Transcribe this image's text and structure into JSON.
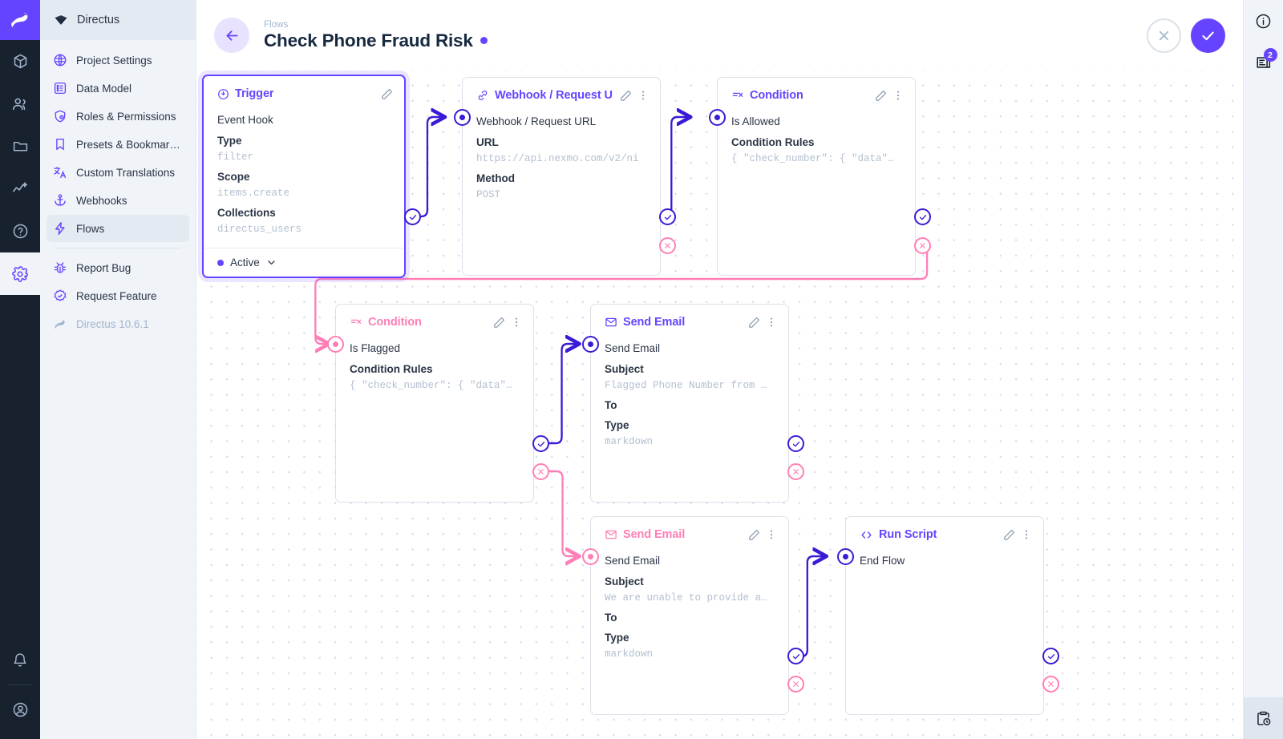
{
  "rail": {
    "logo_icon": "directus-rabbit-logo",
    "items": [
      {
        "name": "content",
        "icon": "box-icon",
        "active": false
      },
      {
        "name": "users",
        "icon": "people-icon",
        "active": false
      },
      {
        "name": "files",
        "icon": "folder-icon",
        "active": false
      },
      {
        "name": "insights",
        "icon": "insights-icon",
        "active": false
      },
      {
        "name": "help",
        "icon": "question-circle-icon",
        "active": false
      },
      {
        "name": "settings",
        "icon": "gear-icon",
        "active": true
      }
    ],
    "bottom": [
      {
        "name": "notifications",
        "icon": "bell-icon"
      },
      {
        "name": "account",
        "icon": "user-circle-icon"
      }
    ]
  },
  "nav": {
    "header_title": "Directus",
    "header_icon": "directus-diamond-icon",
    "items": [
      {
        "label": "Project Settings",
        "icon": "globe-icon",
        "active": false
      },
      {
        "label": "Data Model",
        "icon": "list-box-icon",
        "active": false
      },
      {
        "label": "Roles & Permissions",
        "icon": "shield-icon",
        "active": false
      },
      {
        "label": "Presets & Bookmar…",
        "icon": "bookmark-icon",
        "active": false
      },
      {
        "label": "Custom Translations",
        "icon": "translate-icon",
        "active": false
      },
      {
        "label": "Webhooks",
        "icon": "anchor-icon",
        "active": false
      },
      {
        "label": "Flows",
        "icon": "bolt-icon",
        "active": true
      }
    ],
    "footer_items": [
      {
        "label": "Report Bug",
        "icon": "bug-icon",
        "muted": false
      },
      {
        "label": "Request Feature",
        "icon": "badge-check-icon",
        "muted": false
      },
      {
        "label": "Directus 10.6.1",
        "icon": "rabbit-icon",
        "muted": true
      }
    ]
  },
  "header": {
    "breadcrumb": "Flows",
    "title": "Check Phone Fraud Risk",
    "status_dot_color": "#6644ff",
    "back_icon": "arrow-left-icon",
    "cancel_icon": "close-icon",
    "save_icon": "check-icon"
  },
  "right_rail": {
    "items": [
      {
        "name": "info",
        "icon": "info-circle-icon",
        "badge": null
      },
      {
        "name": "flow-logs",
        "icon": "logs-icon",
        "badge": "2"
      }
    ],
    "bottom": {
      "name": "activity-history",
      "icon": "clipboard-clock-icon"
    }
  },
  "flow": {
    "nodes": [
      {
        "id": "trigger",
        "type": "Trigger",
        "icon": "trigger-bolt-circle-icon",
        "selected": true,
        "accent": "#6644ff",
        "row_name": "Event Hook",
        "fields": [
          {
            "label": "Type",
            "value": "filter"
          },
          {
            "label": "Scope",
            "value": "items.create"
          },
          {
            "label": "Collections",
            "value": "directus_users"
          }
        ],
        "footer_status": "Active"
      },
      {
        "id": "webhook",
        "type": "Webhook / Request U",
        "icon": "link-icon",
        "selected": false,
        "accent": "#6644ff",
        "row_name": "Webhook / Request URL",
        "fields": [
          {
            "label": "URL",
            "value": "https://api.nexmo.com/v2/ni"
          },
          {
            "label": "Method",
            "value": "POST"
          }
        ]
      },
      {
        "id": "condition-allowed",
        "type": "Condition",
        "icon": "condition-icon",
        "selected": false,
        "accent": "#6644ff",
        "row_name": "Is Allowed",
        "fields": [
          {
            "label": "Condition Rules",
            "value": "{ \"check_number\": { \"data\"…"
          }
        ]
      },
      {
        "id": "condition-flagged",
        "type": "Condition",
        "icon": "condition-icon",
        "selected": false,
        "accent": "#ff7eb6",
        "row_name": "Is Flagged",
        "fields": [
          {
            "label": "Condition Rules",
            "value": "{ \"check_number\": { \"data\"…"
          }
        ]
      },
      {
        "id": "send-email-flagged",
        "type": "Send Email",
        "icon": "envelope-icon",
        "selected": false,
        "accent": "#6644ff",
        "row_name": "Send Email",
        "fields": [
          {
            "label": "Subject",
            "value": "Flagged Phone Number from …"
          },
          {
            "label": "To",
            "value": ""
          },
          {
            "label": "Type",
            "value": "markdown"
          }
        ]
      },
      {
        "id": "send-email-unable",
        "type": "Send Email",
        "icon": "envelope-icon",
        "selected": false,
        "accent": "#ff7eb6",
        "row_name": "Send Email",
        "fields": [
          {
            "label": "Subject",
            "value": "We are unable to provide a…"
          },
          {
            "label": "To",
            "value": ""
          },
          {
            "label": "Type",
            "value": "markdown"
          }
        ]
      },
      {
        "id": "run-script",
        "type": "Run Script",
        "icon": "code-brackets-icon",
        "selected": false,
        "accent": "#6644ff",
        "row_name": "End Flow",
        "fields": []
      }
    ],
    "colors": {
      "resolve": "#3a1ad6",
      "reject": "#ff7eb6",
      "panel_border": "#dbe1e9",
      "grid_dot": "#d7dee8"
    }
  }
}
